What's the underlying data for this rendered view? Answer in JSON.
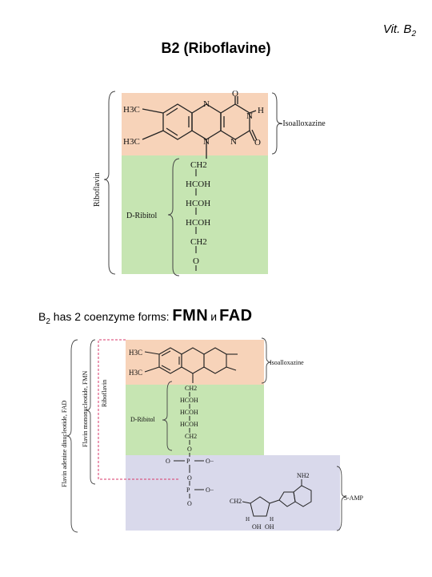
{
  "header": {
    "corner_label": "Vit. B",
    "corner_sub": "2",
    "title": "B2 (Riboflavine)"
  },
  "top_structure": {
    "colors": {
      "isoalloxazine_bg": "#f7d3b9",
      "ribitol_bg": "#c6e5b2"
    },
    "h3c_upper": "H3C",
    "h3c_lower": "H3C",
    "n_atoms": [
      "N",
      "N",
      "N",
      "N"
    ],
    "o_atoms": [
      "O",
      "O"
    ],
    "h_atom": "H",
    "isoalloxazine_label": "-Isoalloxazine",
    "riboflavin_label": "Riboflavin",
    "ribitol_label": "D-Ribitol",
    "chain": [
      "CH2",
      "HCOH",
      "HCOH",
      "HCOH",
      "CH2",
      "O"
    ]
  },
  "coenzyme_line": {
    "prefix": "B",
    "sub": "2",
    "text": " has 2 coenzyme forms: ",
    "fmn": "FMN",
    "conj": "и",
    "fad": "FAD"
  },
  "bottom_structure": {
    "colors": {
      "isoalloxazine_bg": "#f7d3b9",
      "ribitol_bg": "#c6e5b2",
      "amp_bg": "#d9d9eb",
      "dash": "#d93a6b"
    },
    "h3c_upper": "H3C",
    "h3c_lower": "H3C",
    "isoalloxazine_label": "Isoalloxazine",
    "riboflavin_label": "Riboflavin",
    "fmn_label": "Flavin mononucleotide, FMN",
    "fad_label": "Flavin adenine dinucleotide, FAD",
    "ribitol_label": "D-Ribitol",
    "chain": [
      "CH2",
      "HCOH",
      "HCOH",
      "HCOH",
      "CH2",
      "O"
    ],
    "phosphate_o": "O",
    "phosphate_p": "P",
    "phosphate_om": "O−",
    "bridge_o": "O",
    "nh2": "NH2",
    "amp_label": "5-AMP",
    "ch2": "CH2",
    "oh": "OH",
    "h": "H"
  }
}
